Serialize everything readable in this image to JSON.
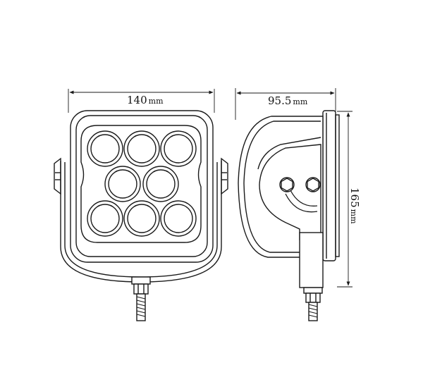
{
  "dimensions": {
    "width": {
      "value": "140",
      "unit": "mm"
    },
    "depth": {
      "value": "95.5",
      "unit": "mm"
    },
    "height": {
      "value": "165",
      "unit": "mm"
    }
  },
  "colors": {
    "line": "#1a1a1a",
    "background": "#ffffff"
  }
}
